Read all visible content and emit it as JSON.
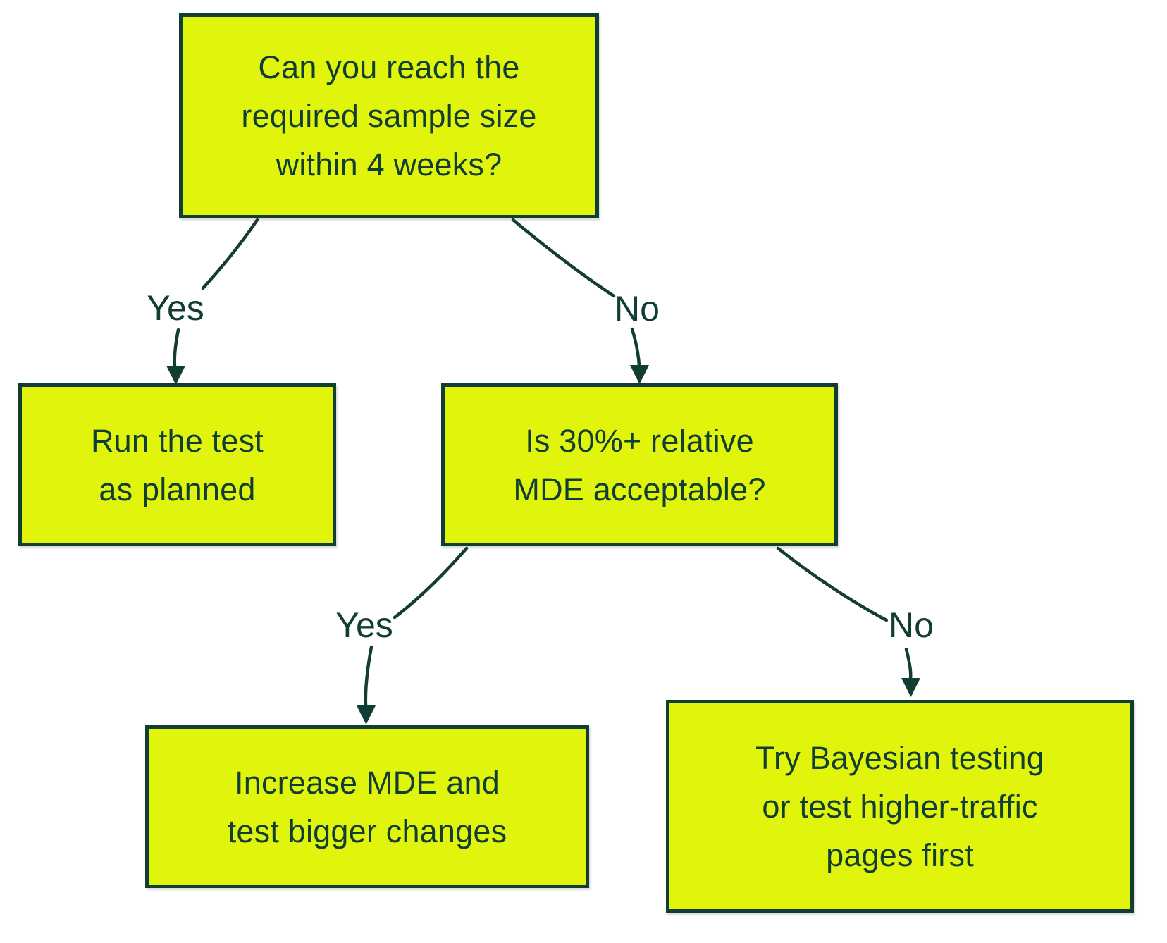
{
  "flowchart": {
    "colors": {
      "background": "#ffffff",
      "node_fill": "#e1f50c",
      "ink": "#123d35"
    },
    "nodes": {
      "root": {
        "lines": [
          "Can you reach the",
          "required sample size",
          "within 4 weeks?"
        ]
      },
      "run_test": {
        "lines": [
          "Run the test",
          "as planned"
        ]
      },
      "mde_question": {
        "lines": [
          "Is 30%+ relative",
          "MDE acceptable?"
        ]
      },
      "increase_mde": {
        "lines": [
          "Increase MDE and",
          "test bigger changes"
        ]
      },
      "bayesian": {
        "lines": [
          "Try Bayesian testing",
          "or test higher-traffic",
          "pages first"
        ]
      }
    },
    "edge_labels": {
      "root_yes": "Yes",
      "root_no": "No",
      "mde_yes": "Yes",
      "mde_no": "No"
    }
  }
}
